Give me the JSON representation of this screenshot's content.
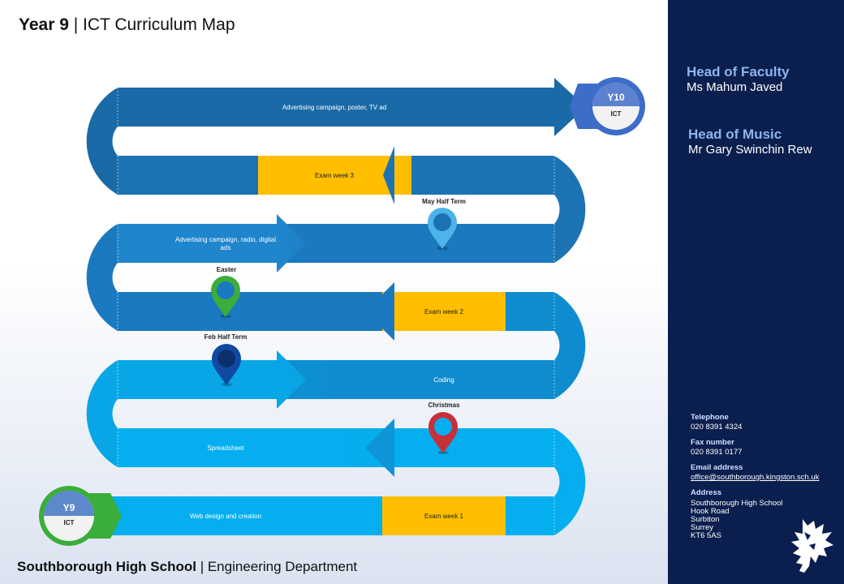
{
  "title": {
    "year": "Year 9",
    "subject": "ICT Curriculum Map"
  },
  "footer": {
    "school": "Southborough High School",
    "department": "Engineering Department"
  },
  "sidebar": {
    "head_faculty_label": "Head of Faculty",
    "head_faculty_name": "Ms Mahum Javed",
    "head_music_label": "Head of Music",
    "head_music_name": "Mr Gary Swinchin Rew",
    "contact": {
      "telephone_label": "Telephone",
      "telephone": "020 8391 4324",
      "fax_label": "Fax number",
      "fax": "020 8391 0177",
      "email_label": "Email address",
      "email": "office@southborough.kingston.sch.uk",
      "address_label": "Address",
      "address": [
        "Southborough High School",
        "Hook Road",
        "Surbiton",
        "Surrey",
        "KT6 5AS"
      ]
    }
  },
  "roadmap": {
    "start": {
      "year": "Y9",
      "subject": "ICT"
    },
    "end": {
      "year": "Y10",
      "subject": "ICT"
    },
    "units": {
      "advertising_tv": "Advertising campaign, poster, TV ad",
      "exam_week_3": "Exam week 3",
      "advertising_radio_1": "Advertising campaign, radio, digital",
      "advertising_radio_2": "ads",
      "exam_week_2": "Exam week 2",
      "coding": "Coding",
      "spreadsheet": "Spreadsheet",
      "web_design": "Web design and creation",
      "exam_week_1": "Exam week 1"
    },
    "milestones": {
      "may_half_term": "May Half Term",
      "easter": "Easter",
      "feb_half_term": "Feb Half Term",
      "christmas": "Christmas"
    },
    "colors": {
      "lane_1": "#1a6aa8",
      "lane_2": "#1c73b4",
      "lane_3": "#1b79bf",
      "lane_4": "#0e8ccf",
      "lane_5": "#08a6e6",
      "lane_6": "#05aeee",
      "exam": "#ffbf00",
      "pin_may": "#4db3e8",
      "pin_easter": "#3aad3a",
      "pin_feb": "#0f4aa0",
      "pin_christmas": "#c6303a",
      "y9_ring": "#3aad3a",
      "y10_ring": "#3d6cc9"
    }
  }
}
